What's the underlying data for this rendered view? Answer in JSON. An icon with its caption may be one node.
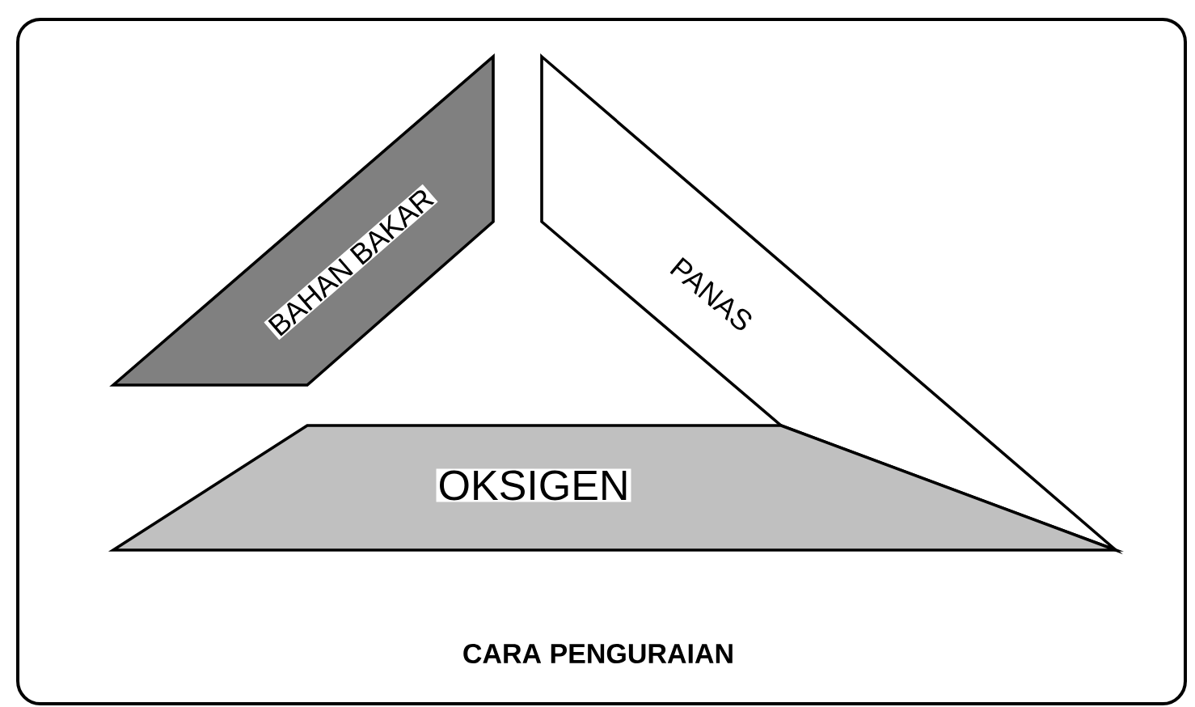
{
  "diagram": {
    "caption": "CARA PENGURAIAN",
    "nodes": [
      {
        "text": [
          "BAHAN BAKAR"
        ]
      },
      {
        "text": [
          "PANAS"
        ]
      },
      {
        "text": [
          "OKSIGEN"
        ]
      }
    ]
  }
}
